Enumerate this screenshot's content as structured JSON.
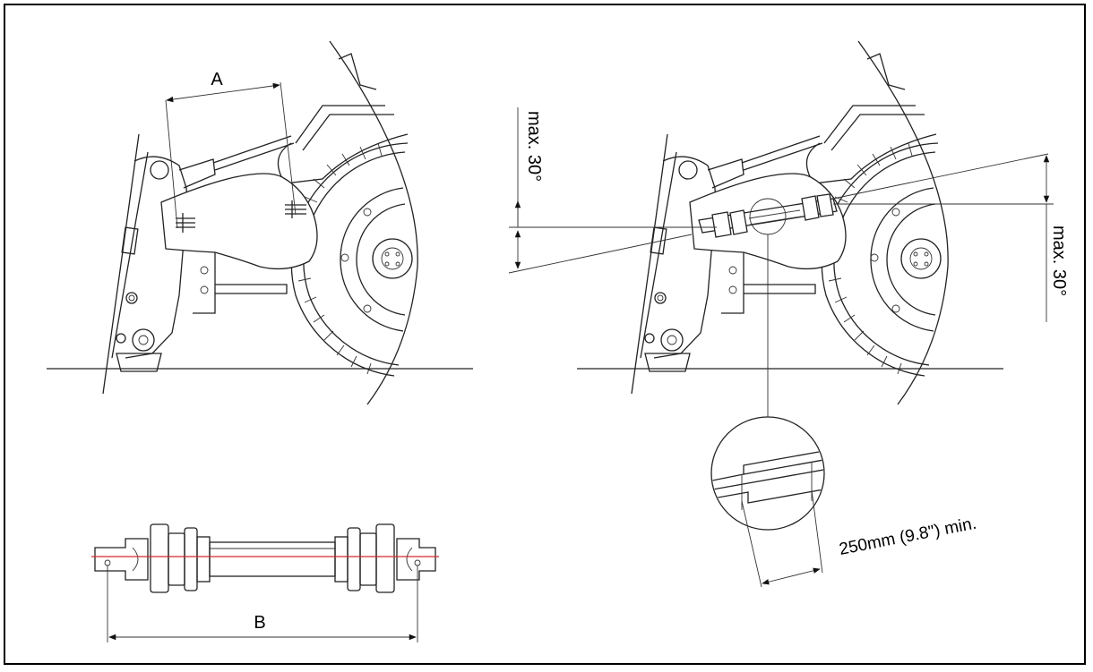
{
  "diagram": {
    "labels": {
      "dim_a": "A",
      "dim_b": "B",
      "angle_left": "max. 30°",
      "angle_right": "max. 30°",
      "overlap": "250mm (9.8\") min."
    },
    "colors": {
      "line": "#222222",
      "centerline": "#d62728"
    }
  }
}
